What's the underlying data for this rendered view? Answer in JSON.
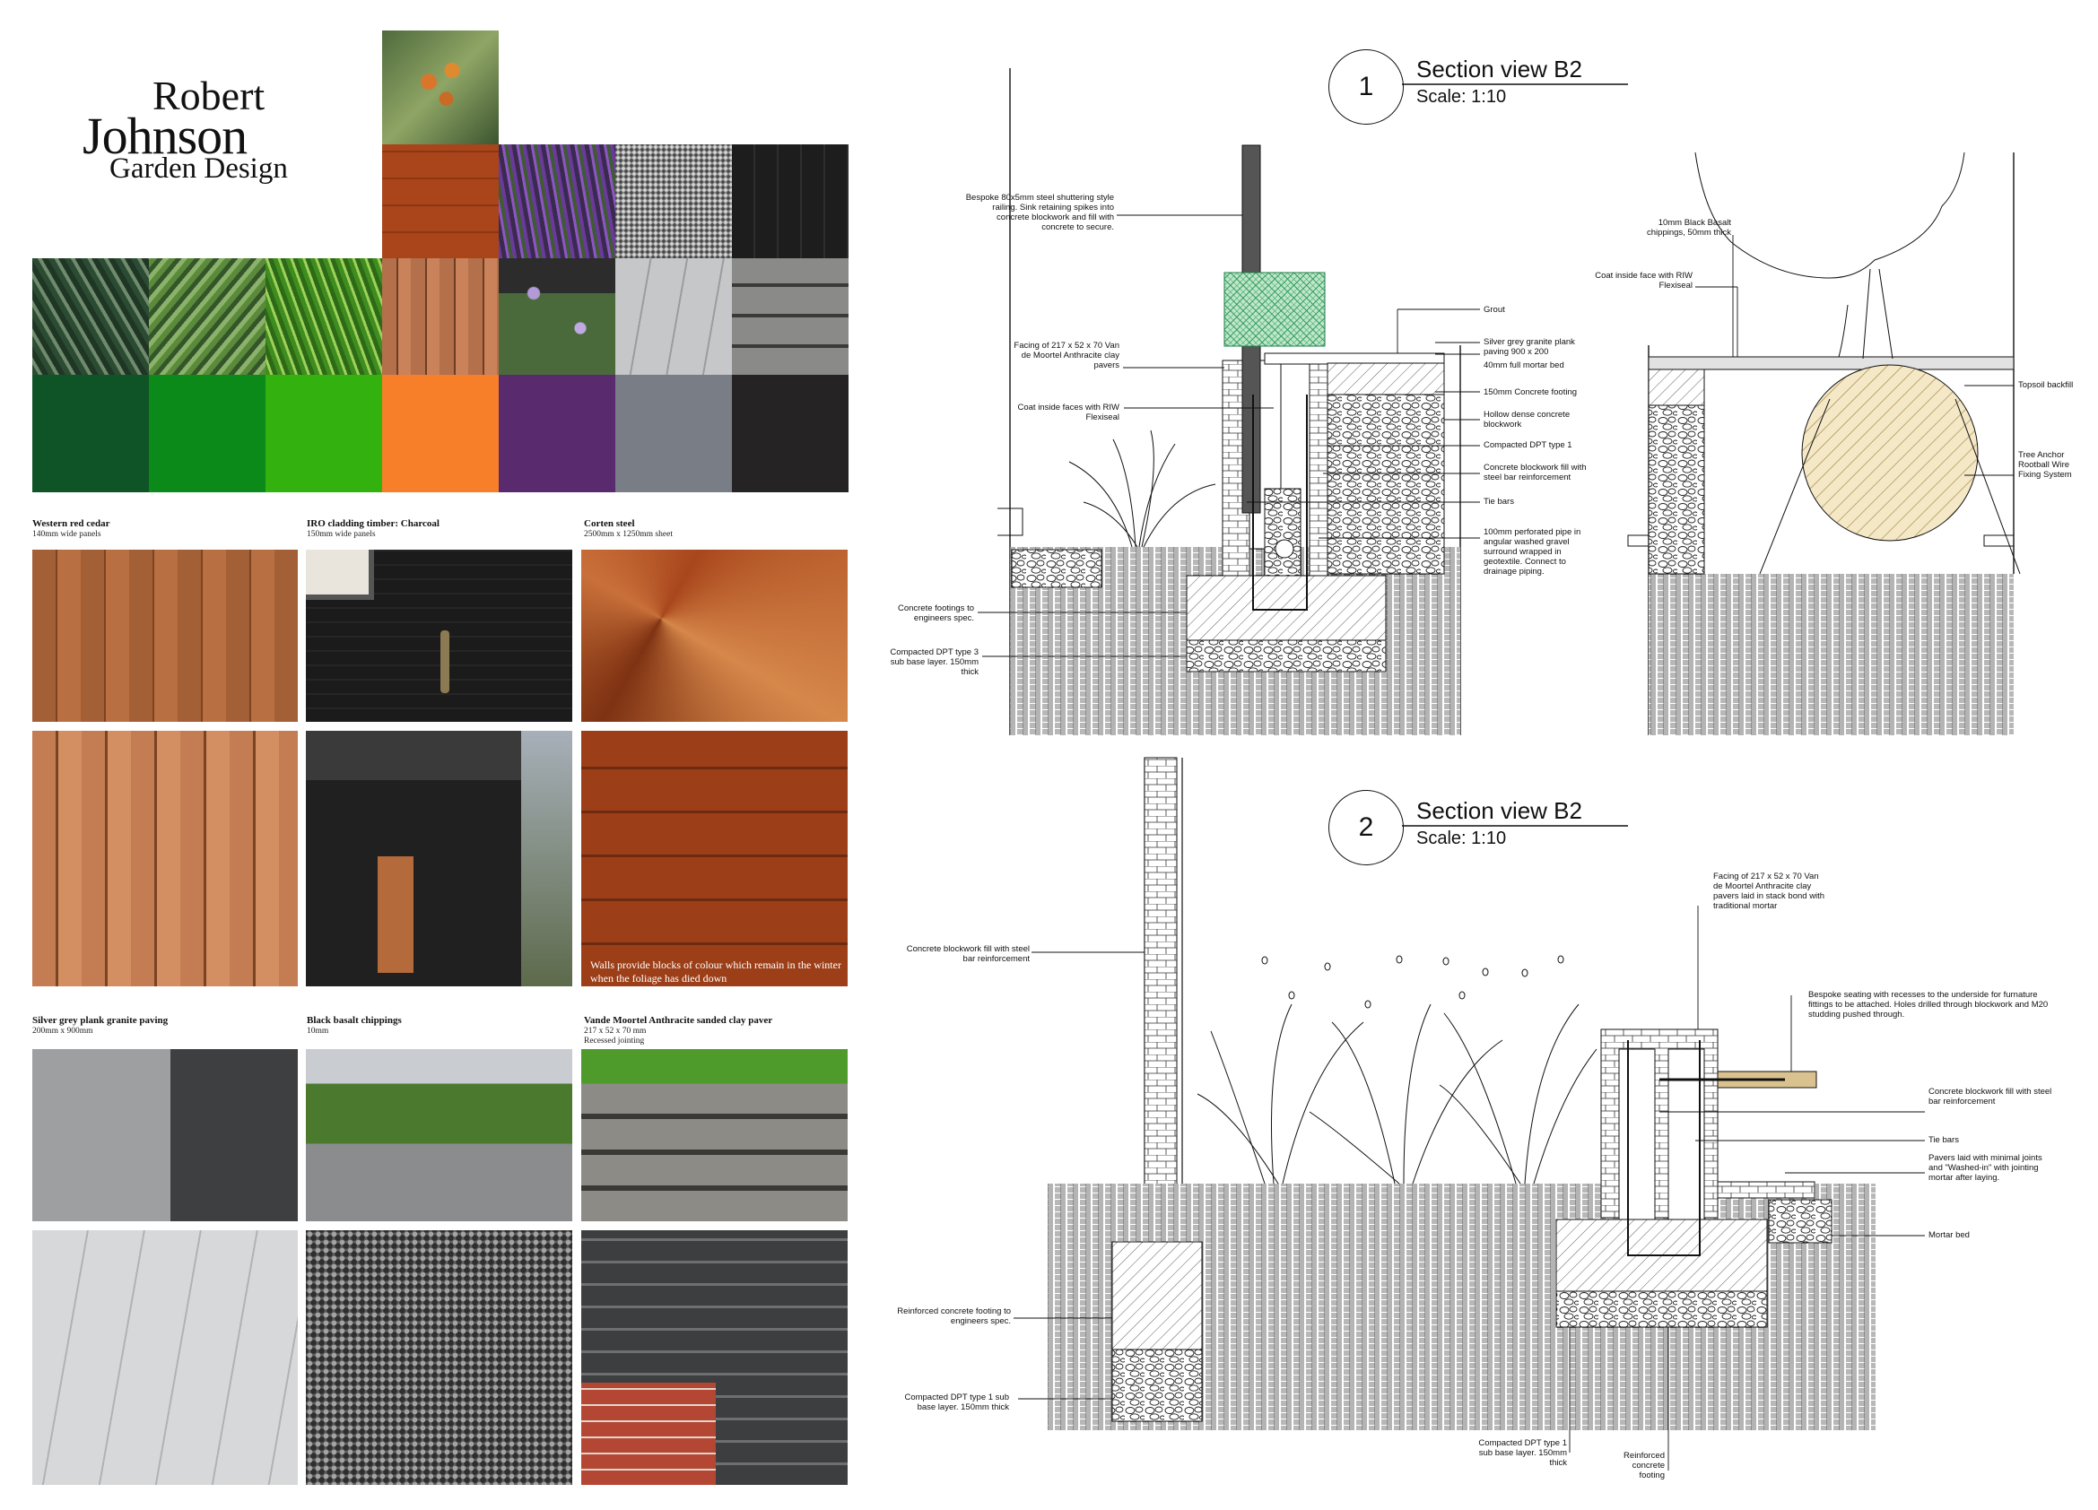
{
  "logo": {
    "line1": "Robert",
    "line2": "Johnson",
    "line3": "Garden Design"
  },
  "palette": {
    "colors": [
      "#0f5426",
      "#0b8a1a",
      "#33b10f",
      "#f77f2a",
      "#5a2a6f",
      "#797d86",
      "#262324"
    ]
  },
  "materials": [
    {
      "title": "Western red cedar",
      "sub": "140mm wide panels"
    },
    {
      "title": "IRO cladding timber: Charcoal",
      "sub": "150mm wide panels"
    },
    {
      "title": "Corten steel",
      "sub": "2500mm x 1250mm sheet"
    },
    {
      "title": "Silver grey plank granite paving",
      "sub": "200mm x 900mm"
    },
    {
      "title": "Black basalt chippings",
      "sub": "10mm"
    },
    {
      "title": "Vande Moortel Anthracite sanded clay paver",
      "sub": "217 x 52 x 70 mm",
      "sub2": "Recessed jointing"
    }
  ],
  "corten_caption": "Walls provide blocks of colour which remain in the winter when the foliage has died down",
  "section1": {
    "number": "1",
    "title": "Section view B2",
    "scale": "Scale: 1:10",
    "labels": {
      "railing": "Bespoke 80x5mm steel shuttering style railing. Sink retaining spikes into concrete blockwork and fill with concrete to secure.",
      "grout": "Grout",
      "granite": "Silver grey granite plank paving 900 x 200",
      "mortar": "40mm full mortar bed",
      "facing": "Facing of 217 x 52 x 70 Van de Moortel Anthracite clay pavers",
      "concrete150": "150mm Concrete footing",
      "coat": "Coat inside faces with RIW Flexiseal",
      "hollow": "Hollow dense concrete blockwork",
      "dpt1": "Compacted DPT type 1",
      "blockfill": "Concrete blockwork fill with steel bar reinforcement",
      "tiebars": "Tie bars",
      "pipe": "100mm perforated pipe in angular washed gravel surround wrapped in geotextile. Connect to drainage piping.",
      "footings": "Concrete footings to engineers spec.",
      "dpt3": "Compacted DPT type 3 sub base layer. 150mm thick",
      "basalt": "10mm Black Basalt chippings, 50mm thick",
      "coat2": "Coat inside face with RIW Flexiseal",
      "topsoil": "Topsoil backfill",
      "anchor": "Tree Anchor Rootball Wire Fixing System"
    }
  },
  "section2": {
    "number": "2",
    "title": "Section view B2",
    "scale": "Scale: 1:10",
    "labels": {
      "facing": "Facing of 217 x 52 x 70 Van de Moortel Anthracite clay pavers laid in stack bond with traditional mortar",
      "blockfill_left": "Concrete blockwork fill with steel bar reinforcement",
      "seating": "Bespoke seating with recesses to the underside for furnature fittings to be attached. Holes drilled through blockwork and M20 studding pushed through.",
      "blockfill_right": "Concrete blockwork fill with steel bar reinforcement",
      "tiebars": "Tie bars",
      "pavers": "Pavers laid with minimal joints and \"Washed-in\" with jointing mortar after laying.",
      "mortarbed": "Mortar bed",
      "reinforced_left": "Reinforced concrete footing to engineers spec.",
      "dpt_left": "Compacted DPT type 1 sub base layer. 150mm thick",
      "dpt_bottom": "Compacted DPT type 1 sub base layer. 150mm thick",
      "reinforced_bottom": "Reinforced concrete footing"
    }
  }
}
